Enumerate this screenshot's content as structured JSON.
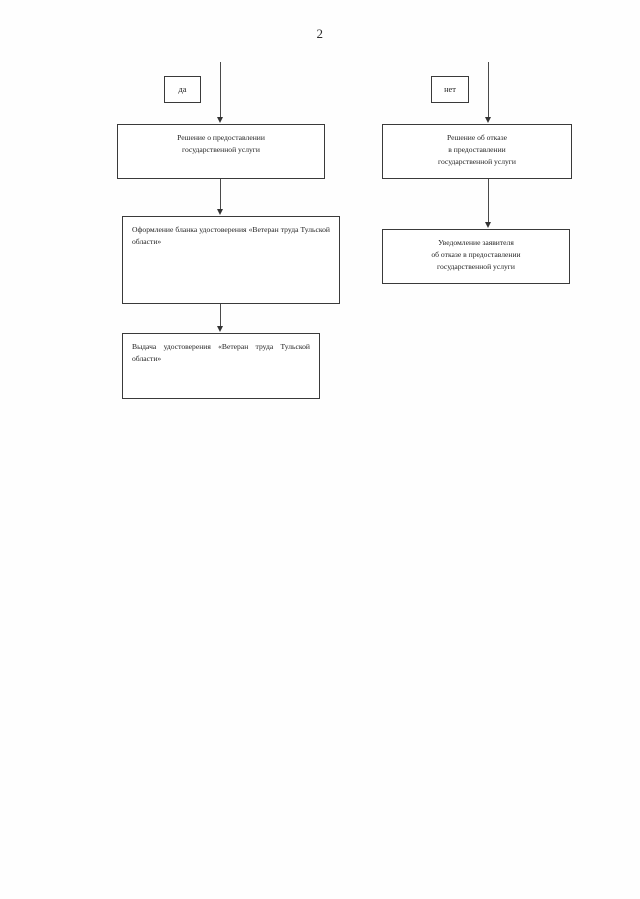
{
  "document": {
    "page_number": "2",
    "type": "flowchart",
    "language": "ru"
  },
  "flowchart": {
    "branch_labels": {
      "yes": "да",
      "no": "нет"
    },
    "nodes": {
      "grant_decision": {
        "lines": [
          "Решение о предоставлении",
          "государственной услуги"
        ]
      },
      "refusal_decision": {
        "lines": [
          "Решение об отказе",
          "в предоставлении",
          "государственной услуги"
        ]
      },
      "certificate_form": {
        "text": "Оформление бланка удостоверения «Ветеран труда Тульской области»"
      },
      "applicant_notification": {
        "lines": [
          "Уведомление заявителя",
          "об отказе в предоставлении",
          "государственной услуги"
        ]
      },
      "certificate_issue": {
        "text": "Выдача удостоверения «Ветеран труда Тульской области»"
      }
    },
    "colors": {
      "border": "#3a3a3a",
      "connector": "#4a4a4a",
      "text": "#1c1c1c",
      "background": "#ffffff"
    }
  }
}
